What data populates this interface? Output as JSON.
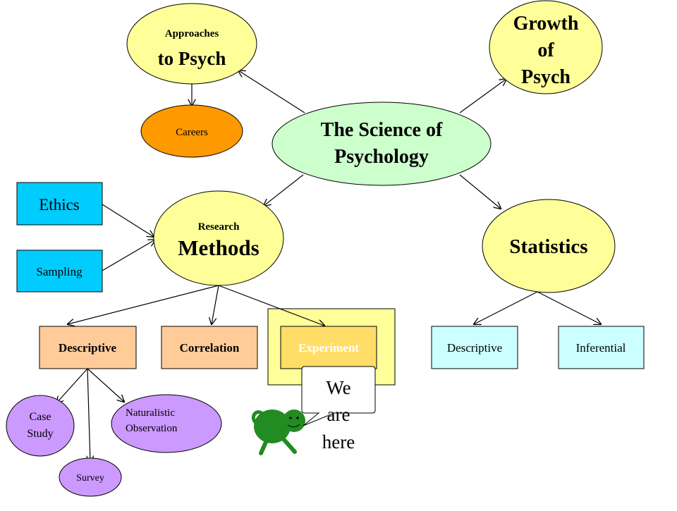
{
  "colors": {
    "yellow_node": "#ffff99",
    "green_node": "#ccffcc",
    "orange_node": "#ff9900",
    "cyan_box": "#00ccff",
    "peach_box": "#ffcc99",
    "light_cyan_box": "#ccffff",
    "purple_node": "#cc99ff",
    "highlight_bg": "#ffff99",
    "highlight_box": "#ffdd66",
    "mascot_green": "#228b22"
  },
  "nodes": {
    "approaches": {
      "line1": "Approaches",
      "line2": "to Psych"
    },
    "growth": {
      "line1": "Growth",
      "line2": "of",
      "line3": "Psych"
    },
    "careers": {
      "label": "Careers"
    },
    "science": {
      "line1": "The Science of",
      "line2": "Psychology"
    },
    "ethics": {
      "label": "Ethics"
    },
    "sampling": {
      "label": "Sampling"
    },
    "research": {
      "line1": "Research",
      "line2": "Methods"
    },
    "statistics": {
      "label": "Statistics"
    },
    "descriptive_method": {
      "label": "Descriptive"
    },
    "correlation": {
      "label": "Correlation"
    },
    "experiment": {
      "label": "Experiment"
    },
    "descriptive_stats": {
      "label": "Descriptive"
    },
    "inferential": {
      "label": "Inferential"
    },
    "case_study": {
      "line1": "Case",
      "line2": "Study"
    },
    "naturalistic": {
      "line1": "Naturalistic",
      "line2": "Observation"
    },
    "survey": {
      "label": "Survey"
    }
  },
  "callout": {
    "line1": "We",
    "line2": "are",
    "line3": "here"
  },
  "mascot": {
    "icon": "green-creature-icon"
  }
}
